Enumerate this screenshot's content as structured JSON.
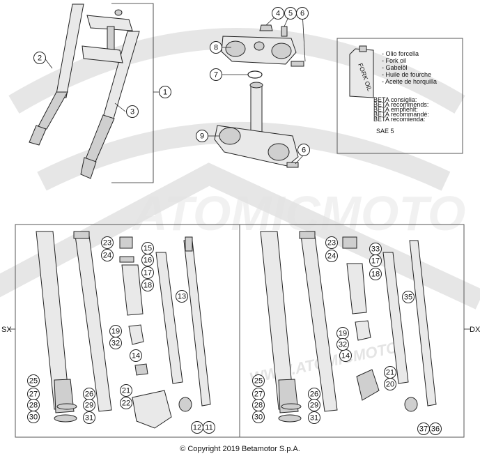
{
  "copyright": "© Copyright 2019 Betamotor S.p.A.",
  "side_labels": {
    "left": "SX",
    "right": "DX"
  },
  "oil_box": {
    "bottle_label": "FORK OIL",
    "oil_names": [
      "- Olio forcella",
      "- Fork oil",
      "- Gabelöl",
      "- Huile de fourche",
      "- Aceite de horquilla"
    ],
    "recommendations": [
      "BETA consiglia:",
      "BETA recommends:",
      "BETA empfiehlt:",
      "BETA recommandé:",
      "BETA recomienda:"
    ],
    "grade": "SAE 5"
  },
  "watermark": {
    "site": "WWW.ATOMICMOTO",
    "brand": "ATOMICMOTO"
  },
  "callouts": {
    "top_left": [
      "1",
      "2",
      "3"
    ],
    "top_right": [
      "4",
      "5",
      "6",
      "6",
      "7",
      "8",
      "9"
    ],
    "left_fork": [
      "11",
      "12",
      "13",
      "14",
      "15",
      "16",
      "17",
      "18",
      "19",
      "21",
      "22",
      "23",
      "24",
      "25",
      "26",
      "27",
      "28",
      "29",
      "30",
      "31",
      "32"
    ],
    "right_fork": [
      "14",
      "17",
      "18",
      "19",
      "20",
      "21",
      "23",
      "24",
      "25",
      "26",
      "27",
      "28",
      "29",
      "30",
      "31",
      "32",
      "33",
      "35",
      "36",
      "37"
    ]
  }
}
